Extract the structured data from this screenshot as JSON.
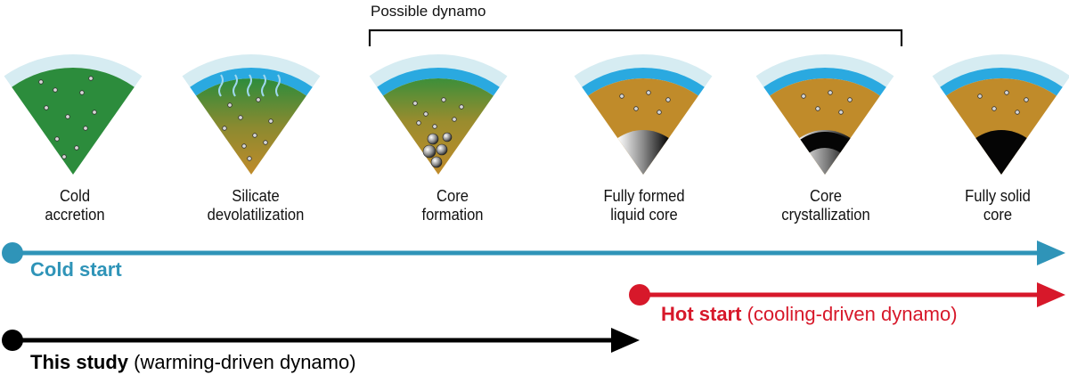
{
  "bracket_label": "Possible dynamo",
  "stages": [
    {
      "label_line1": "Cold",
      "label_line2": "accretion",
      "type": "cold-accretion"
    },
    {
      "label_line1": "Silicate",
      "label_line2": "devolatilization",
      "type": "devolatilization"
    },
    {
      "label_line1": "Core",
      "label_line2": "formation",
      "type": "core-formation"
    },
    {
      "label_line1": "Fully formed",
      "label_line2": "liquid core",
      "type": "liquid-core"
    },
    {
      "label_line1": "Core",
      "label_line2": "crystallization",
      "type": "crystallization"
    },
    {
      "label_line1": "Fully solid",
      "label_line2": "core",
      "type": "solid-core"
    }
  ],
  "timelines": [
    {
      "title": "Cold start",
      "subtitle": "",
      "color": "#2f94b8"
    },
    {
      "title": "Hot start",
      "subtitle": "(cooling-driven dynamo)",
      "color": "#d7182a"
    },
    {
      "title": "This study",
      "subtitle": "(warming-driven dynamo)",
      "color": "#000000"
    }
  ],
  "colors": {
    "atmosphere": "#d6ecf2",
    "ocean": "#2aa9e0",
    "mantle_green": "#2c8c3c",
    "mantle_brown": "#c08b2a"
  }
}
